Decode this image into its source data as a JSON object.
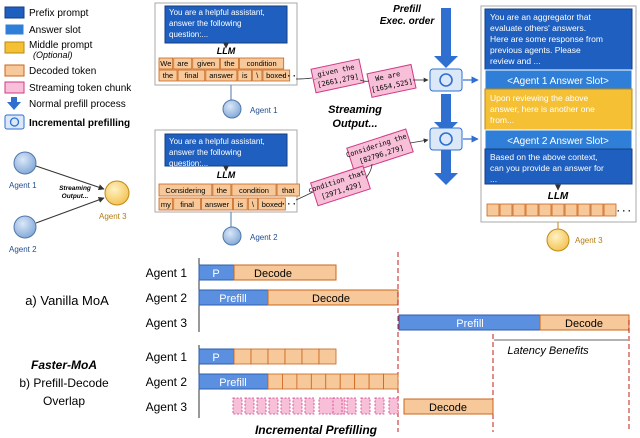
{
  "legend": {
    "items": [
      {
        "label": "Prefix prompt",
        "color": "#1f5fbf"
      },
      {
        "label": "Answer slot",
        "color": "#2f7fd8"
      },
      {
        "label": "Middle prompt",
        "sublabel": "(Optional)",
        "color": "#f5c033"
      },
      {
        "label": "Decoded token",
        "color": "#f7c99a"
      },
      {
        "label": "Streaming token chunk",
        "color": "#f8bfd8"
      },
      {
        "label": "Normal prefill process"
      },
      {
        "label": "Incremental prefilling"
      }
    ]
  },
  "mini": {
    "agent1": "Agent 1",
    "agent2": "Agent 2",
    "agent3": "Agent 3",
    "arrow_label": "Streaming Output..."
  },
  "top": {
    "agent1_prompt": "You are a helpful assistant, answer the following question:...",
    "agent2_prompt": "You are a helpful assistant, answer the following question:...",
    "llm": "LLM",
    "agent1_row1": [
      "We",
      "are",
      "given",
      "the",
      "condition"
    ],
    "agent1_row2": [
      "the",
      "final",
      "answer",
      "is",
      "\\",
      "boxed"
    ],
    "agent2_row1": [
      "Considering",
      "the",
      "condition",
      "that"
    ],
    "agent2_row2": [
      "my",
      "final",
      "answer",
      "is",
      "\\",
      "boxed"
    ],
    "ellipsis": "...",
    "agent1_label": "Agent 1",
    "agent2_label": "Agent 2",
    "agent3_label": "Agent 3",
    "chunks": [
      {
        "text": "_given the",
        "ids": "[2661,279]"
      },
      {
        "text": "We are",
        "ids": "[1654,525]"
      },
      {
        "text": "Considering the",
        "ids": "[82796,279]"
      },
      {
        "text": "condition that",
        "ids": "[2971,429]"
      }
    ],
    "prefill_order": "Prefill Exec. order",
    "streaming_output": "Streaming Output...",
    "aggregator_prompt": "You are an aggregator that evaluate others' answers. Here are some response from previous agents. Please review and ...",
    "slot1": "<Agent 1 Answer Slot>",
    "middle": "Upon reviewing the above answer, here is another one from...",
    "slot2": "<Agent 2 Answer Slot>",
    "final_prompt": "Based on the above context, can you provide an answer for ..."
  },
  "timeline": {
    "vanilla_label": "a) Vanilla MoA",
    "faster_title": "Faster-MoA",
    "faster_line2": "b) Prefill-Decode",
    "faster_line3": "Overlap",
    "agent1": "Agent 1",
    "agent2": "Agent 2",
    "agent3": "Agent 3",
    "p": "P",
    "decode": "Decode",
    "prefill": "Prefill",
    "latency_benefits": "Latency Benefits",
    "incremental_prefilling": "Incremental Prefilling"
  },
  "colors": {
    "prefix": "#1f5fbf",
    "slot": "#2f7fd8",
    "middle": "#f5c033",
    "decode": "#f7c99a",
    "decode_stroke": "#c8651b",
    "prefill": "#5b8fe0",
    "streaming": "#f8bfd8",
    "streaming_stroke": "#d03a86",
    "agent_blue": "#7fa6d6",
    "agent_yellow": "#f8d27a"
  }
}
